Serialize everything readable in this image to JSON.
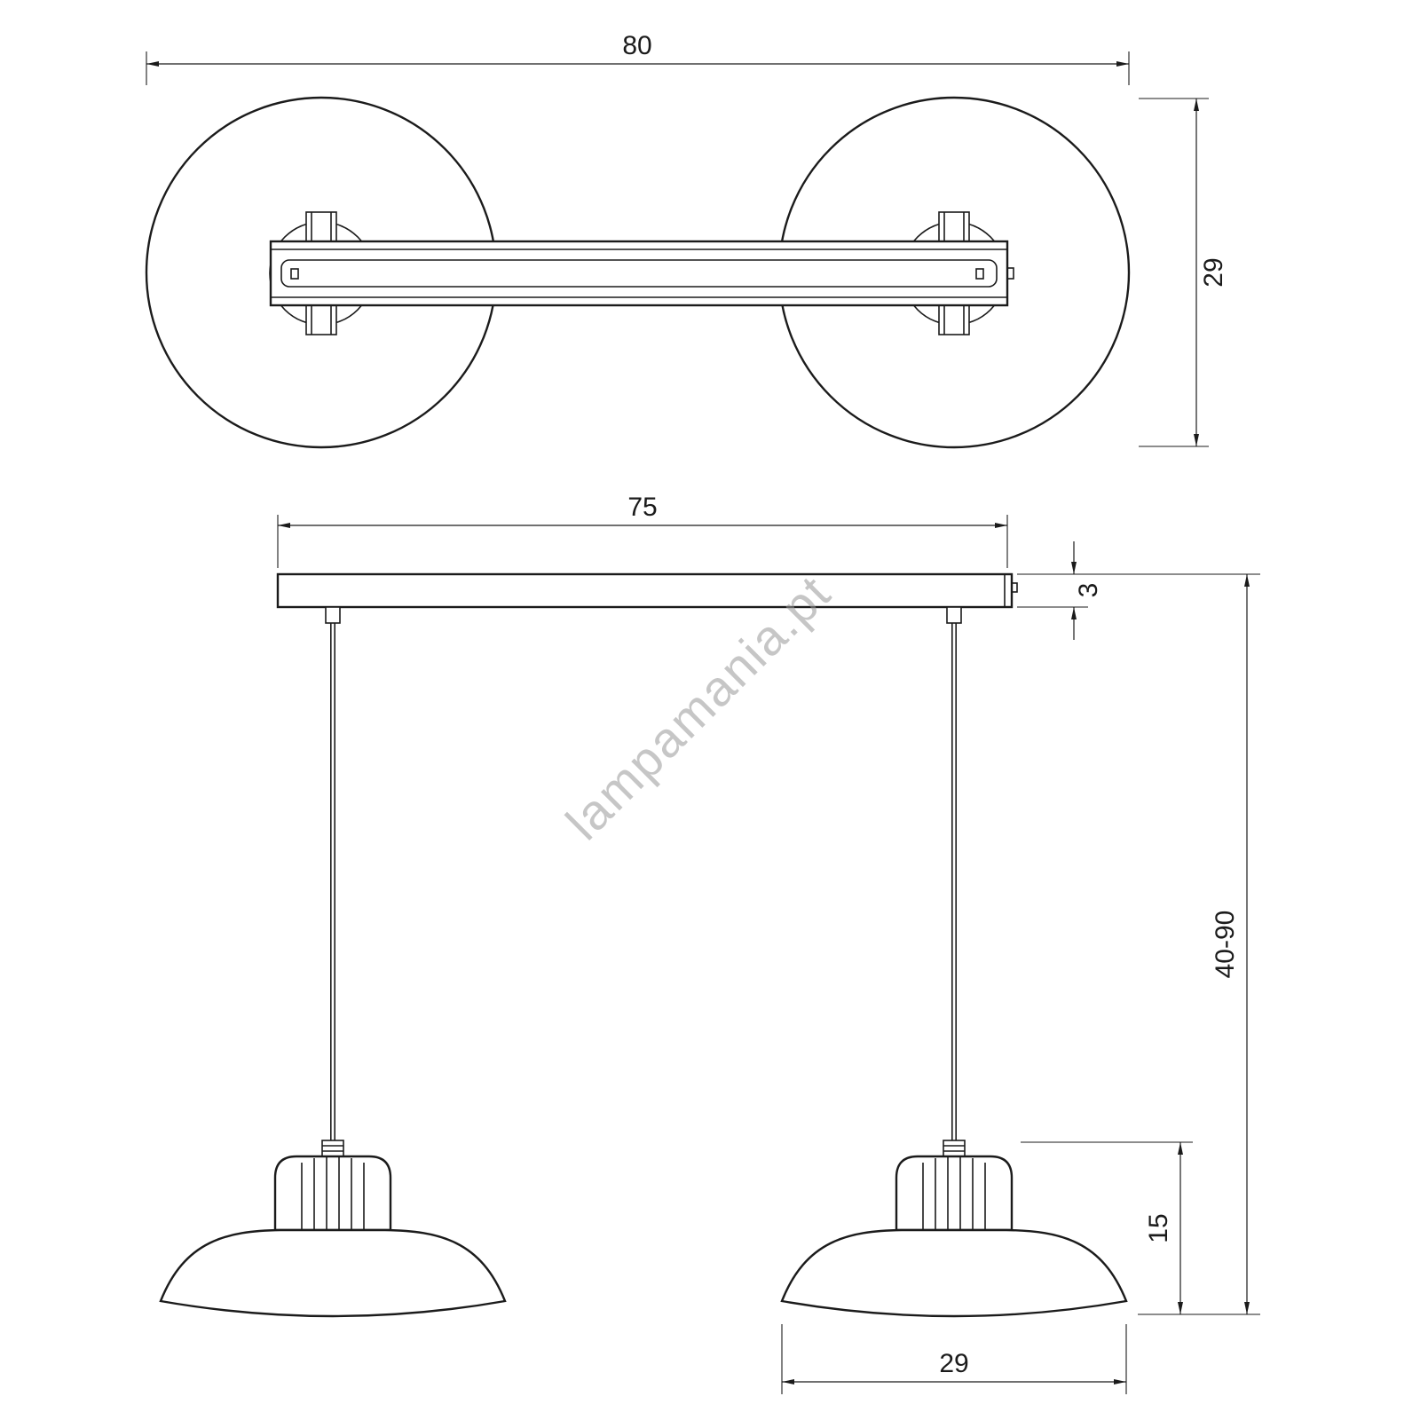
{
  "page": {
    "background": "#ffffff",
    "line_color": "#1b1b1b",
    "dimension_color": "#1b1b1b",
    "watermark_color": "#999999"
  },
  "watermark": {
    "text": "lampamania.pt"
  },
  "dimensions": {
    "overall_width": {
      "label": "80"
    },
    "fixture_depth": {
      "label": "29"
    },
    "bar_length": {
      "label": "75"
    },
    "bar_thickness": {
      "label": "3"
    },
    "suspension_range": {
      "label": "40-90"
    },
    "shade_height": {
      "label": "15"
    },
    "shade_diameter": {
      "label": "29"
    }
  }
}
